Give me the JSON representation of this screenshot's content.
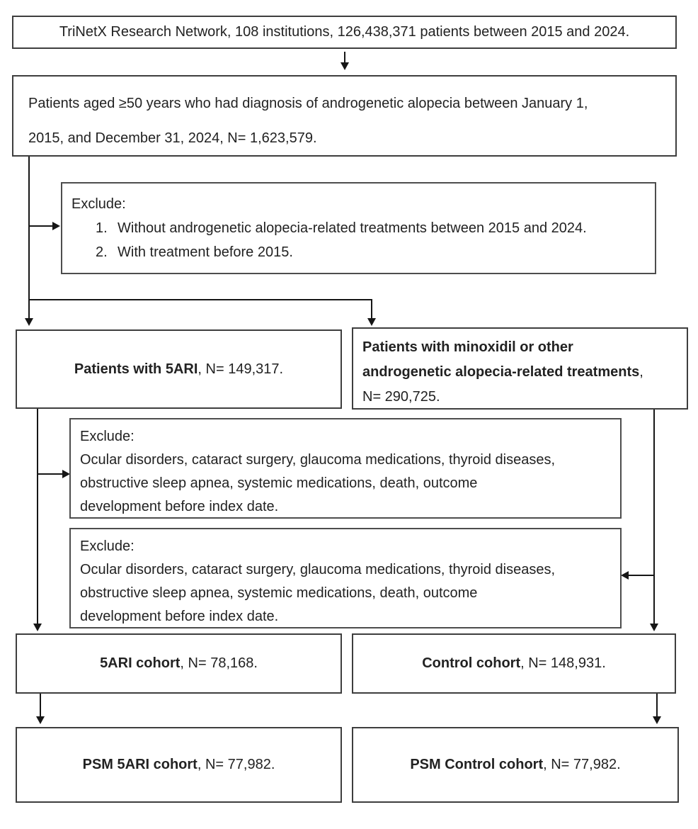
{
  "title": "Patient selection flow diagram",
  "colors": {
    "background": "#ffffff",
    "box_border": "#3e3e3e",
    "exclude_box_border": "#4d4d4d",
    "text": "#222222",
    "arrow": "#161616"
  },
  "boxes": {
    "trinetx": {
      "text": "TriNetX Research Network, 108 institutions, 126,438,371 patients between 2015 and 2024."
    },
    "eligibility": {
      "lines": [
        "Patients aged ≥50 years who had diagnosis of androgenetic alopecia between January 1,",
        "2015, and December 31, 2024, N= 1,623,579."
      ]
    },
    "exclude_treatments": {
      "heading": "Exclude:",
      "items": [
        {
          "num": "1.",
          "text": "Without androgenetic alopecia-related treatments between 2015 and 2024."
        },
        {
          "num": "2.",
          "text": "With treatment before 2015."
        }
      ]
    },
    "patients_5ari": {
      "bold": "Patients with 5ARI",
      "rest": ", N= 149,317."
    },
    "patients_minoxidil": {
      "lines": [
        {
          "bold": "Patients with minoxidil or other",
          "regular": ""
        },
        {
          "bold": "androgenetic alopecia-related treatments",
          "regular": ","
        },
        {
          "bold": "",
          "regular": "N= 290,725."
        }
      ]
    },
    "exclude_index_left": {
      "heading": "Exclude:",
      "lines": [
        "Ocular disorders, cataract surgery, glaucoma medications, thyroid diseases,",
        "obstructive sleep apnea, systemic medications, death, outcome",
        "development before index date."
      ]
    },
    "exclude_index_right": {
      "heading": "Exclude:",
      "lines": [
        "Ocular disorders, cataract surgery, glaucoma medications, thyroid diseases,",
        "obstructive sleep apnea, systemic medications, death, outcome",
        "development before index date."
      ]
    },
    "cohort_5ari": {
      "bold": "5ARI cohort",
      "rest": ", N= 78,168."
    },
    "cohort_control": {
      "bold": "Control cohort",
      "rest": ", N= 148,931."
    },
    "psm_5ari": {
      "bold": "PSM 5ARI cohort",
      "rest": ", N= 77,982."
    },
    "psm_control": {
      "bold": "PSM Control cohort",
      "rest": ", N= 77,982."
    }
  }
}
